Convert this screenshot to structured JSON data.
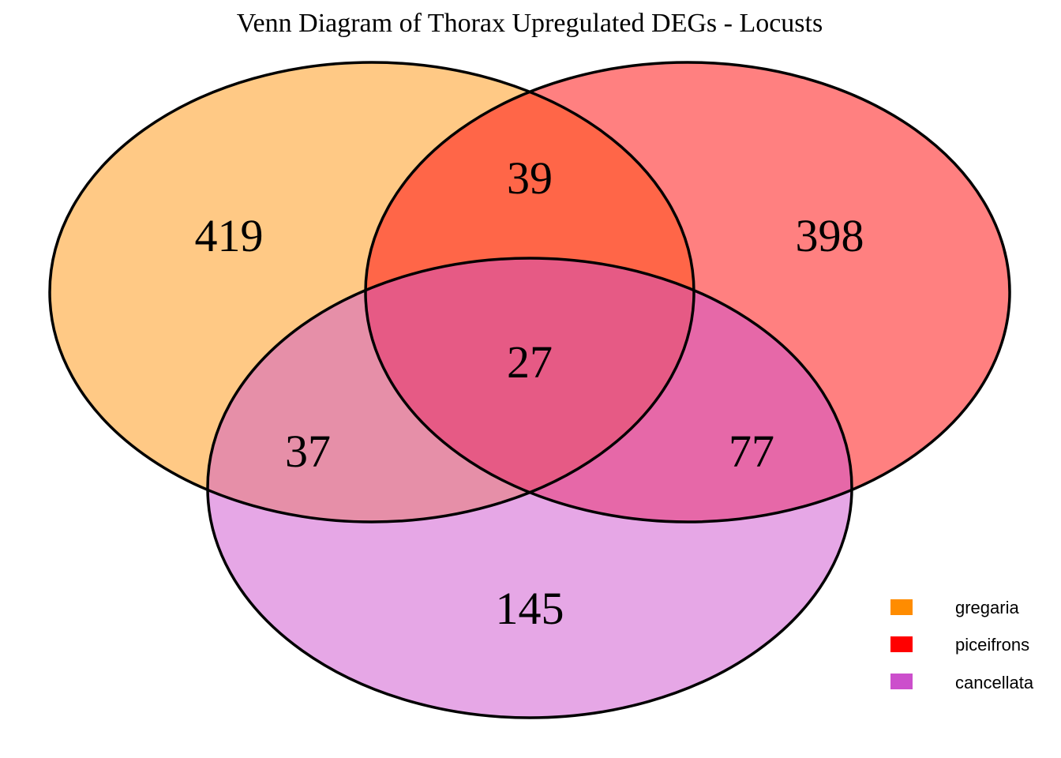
{
  "title": "Venn Diagram of Thorax Upregulated DEGs - Locusts",
  "sets": [
    {
      "name": "gregaria",
      "color": "#FF8C00"
    },
    {
      "name": "piceifrons",
      "color": "#FF0000"
    },
    {
      "name": "cancellata",
      "color": "#CC4FCC"
    }
  ],
  "regions": {
    "gregaria_only": 419,
    "piceifrons_only": 398,
    "cancellata_only": 145,
    "gregaria_piceifrons": 39,
    "gregaria_cancellata": 37,
    "piceifrons_cancellata": 77,
    "all_three": 27
  },
  "region_fill_colors": {
    "gregaria_only": "#FFC985",
    "piceifrons_only": "#FF8080",
    "cancellata_only": "#E6A7E6",
    "gregaria_piceifrons": "#FF6648",
    "gregaria_cancellata": "#E68FA8",
    "piceifrons_cancellata": "#E668A8",
    "all_three": "#E65A85"
  },
  "legend": {
    "items": [
      "gregaria",
      "piceifrons",
      "cancellata"
    ]
  }
}
